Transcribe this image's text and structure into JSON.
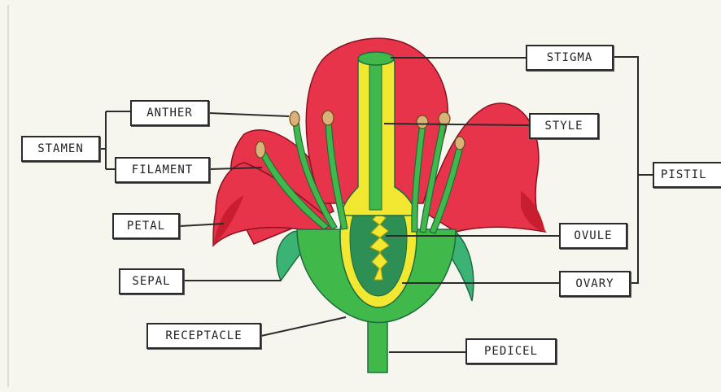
{
  "labels": {
    "stamen": "STAMEN",
    "anther": "ANTHER",
    "filament": "FILAMENT",
    "petal": "PETAL",
    "sepal": "SEPAL",
    "receptacle": "RECEPTACLE",
    "stigma": "STIGMA",
    "style": "STYLE",
    "pistil": "PISTIL",
    "ovule": "OVULE",
    "ovary": "OVARY",
    "pedicel": "PEDICEL"
  },
  "colors": {
    "petal": "#e8344a",
    "petal_shade": "#c81e30",
    "sepal": "#3bb374",
    "green": "#41b84a",
    "style_yellow": "#f2e831",
    "ovary_inner": "#2e8f55",
    "anther": "#d9b27a",
    "background": "#f6f5ee"
  }
}
